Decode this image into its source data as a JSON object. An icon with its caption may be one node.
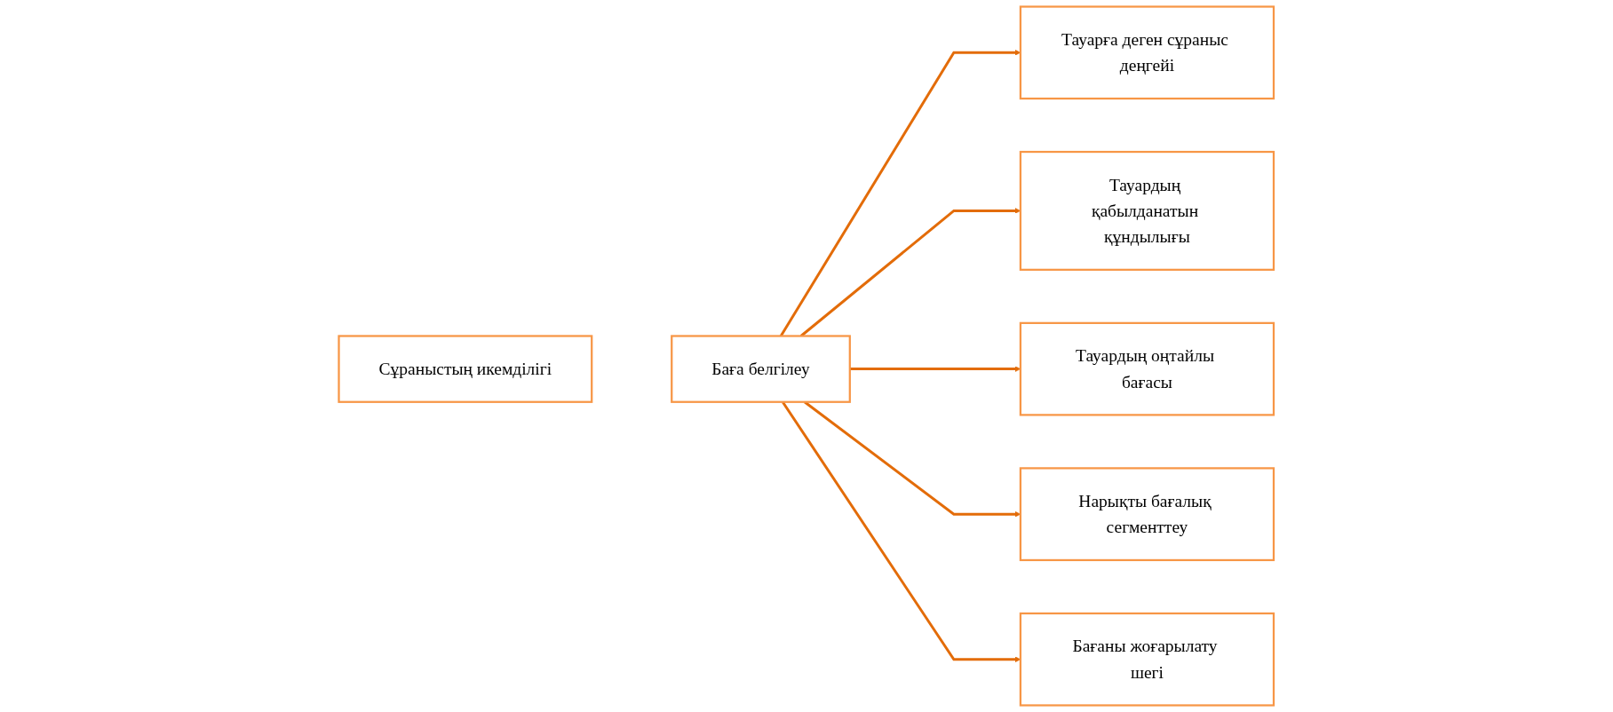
{
  "diagram": {
    "nodes": [
      {
        "text": [
          "Тауарға деген сұраныс деңгейі"
        ]
      },
      {
        "text": [
          "Тауардың қабылданатын құндылығы"
        ]
      },
      {
        "text": [
          "Баға белгілеу"
        ]
      },
      {
        "text": [
          "Тауардың оңтайлы бағасы"
        ]
      },
      {
        "text": [
          "Сұраныстың икемділігі"
        ]
      },
      {
        "text": [
          "Нарықты бағалық сегменттеу"
        ]
      },
      {
        "text": [
          "Бағаны жоғарылату шегі"
        ]
      }
    ],
    "edges": [
      {
        "from": 2,
        "to": 0,
        "arrow": "to"
      },
      {
        "from": 2,
        "to": 1,
        "arrow": "to"
      },
      {
        "from": 2,
        "to": 3,
        "arrow": "to"
      },
      {
        "from": 2,
        "to": 5,
        "arrow": "to"
      },
      {
        "from": 2,
        "to": 6,
        "arrow": "to"
      }
    ]
  }
}
